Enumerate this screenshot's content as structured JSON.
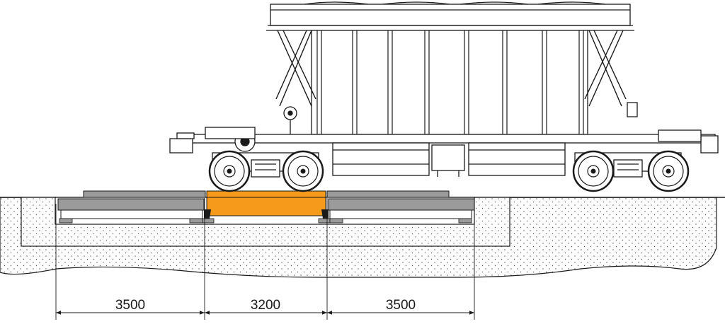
{
  "dimensions": {
    "left": "3500",
    "middle": "3200",
    "right": "3500"
  },
  "colors": {
    "weighing_platform": "#f59a1a",
    "side_platform": "#9b9b9b",
    "foundation": "#ffffff",
    "ground": "#ffffff",
    "line": "#1a1a1a"
  }
}
